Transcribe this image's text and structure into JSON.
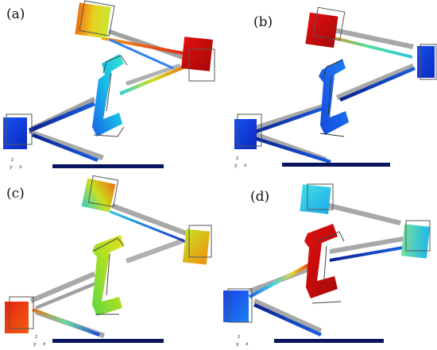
{
  "panels": [
    {
      "label": "(a)"
    },
    {
      "label": "(b)"
    },
    {
      "label": "(c)"
    },
    {
      "label": "(d)"
    }
  ],
  "triad": {
    "z": "z",
    "y": "y",
    "x": "x"
  },
  "colors": {
    "ground": "#0a1560",
    "blue": "#1236d8",
    "red": "#c81010",
    "orange": "#f08010",
    "yellow": "#e8e020",
    "green": "#60e060",
    "cyan": "#20d8e0",
    "gray": "#a8a8a8",
    "outline": "#555555"
  }
}
